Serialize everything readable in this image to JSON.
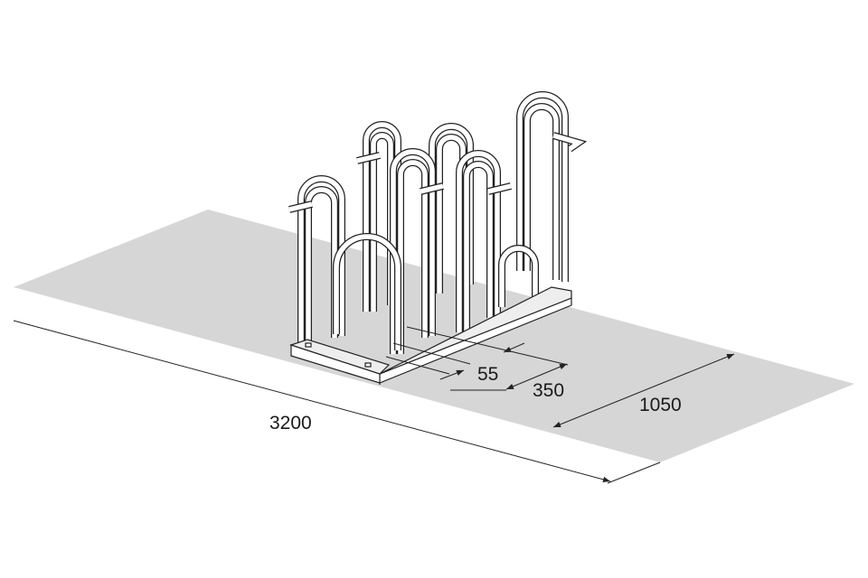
{
  "dimensions": {
    "length": "3200",
    "depth": "1050",
    "spacing": "350",
    "tube": "55"
  },
  "colors": {
    "floor": "#d6d6d6",
    "line": "#222222"
  }
}
